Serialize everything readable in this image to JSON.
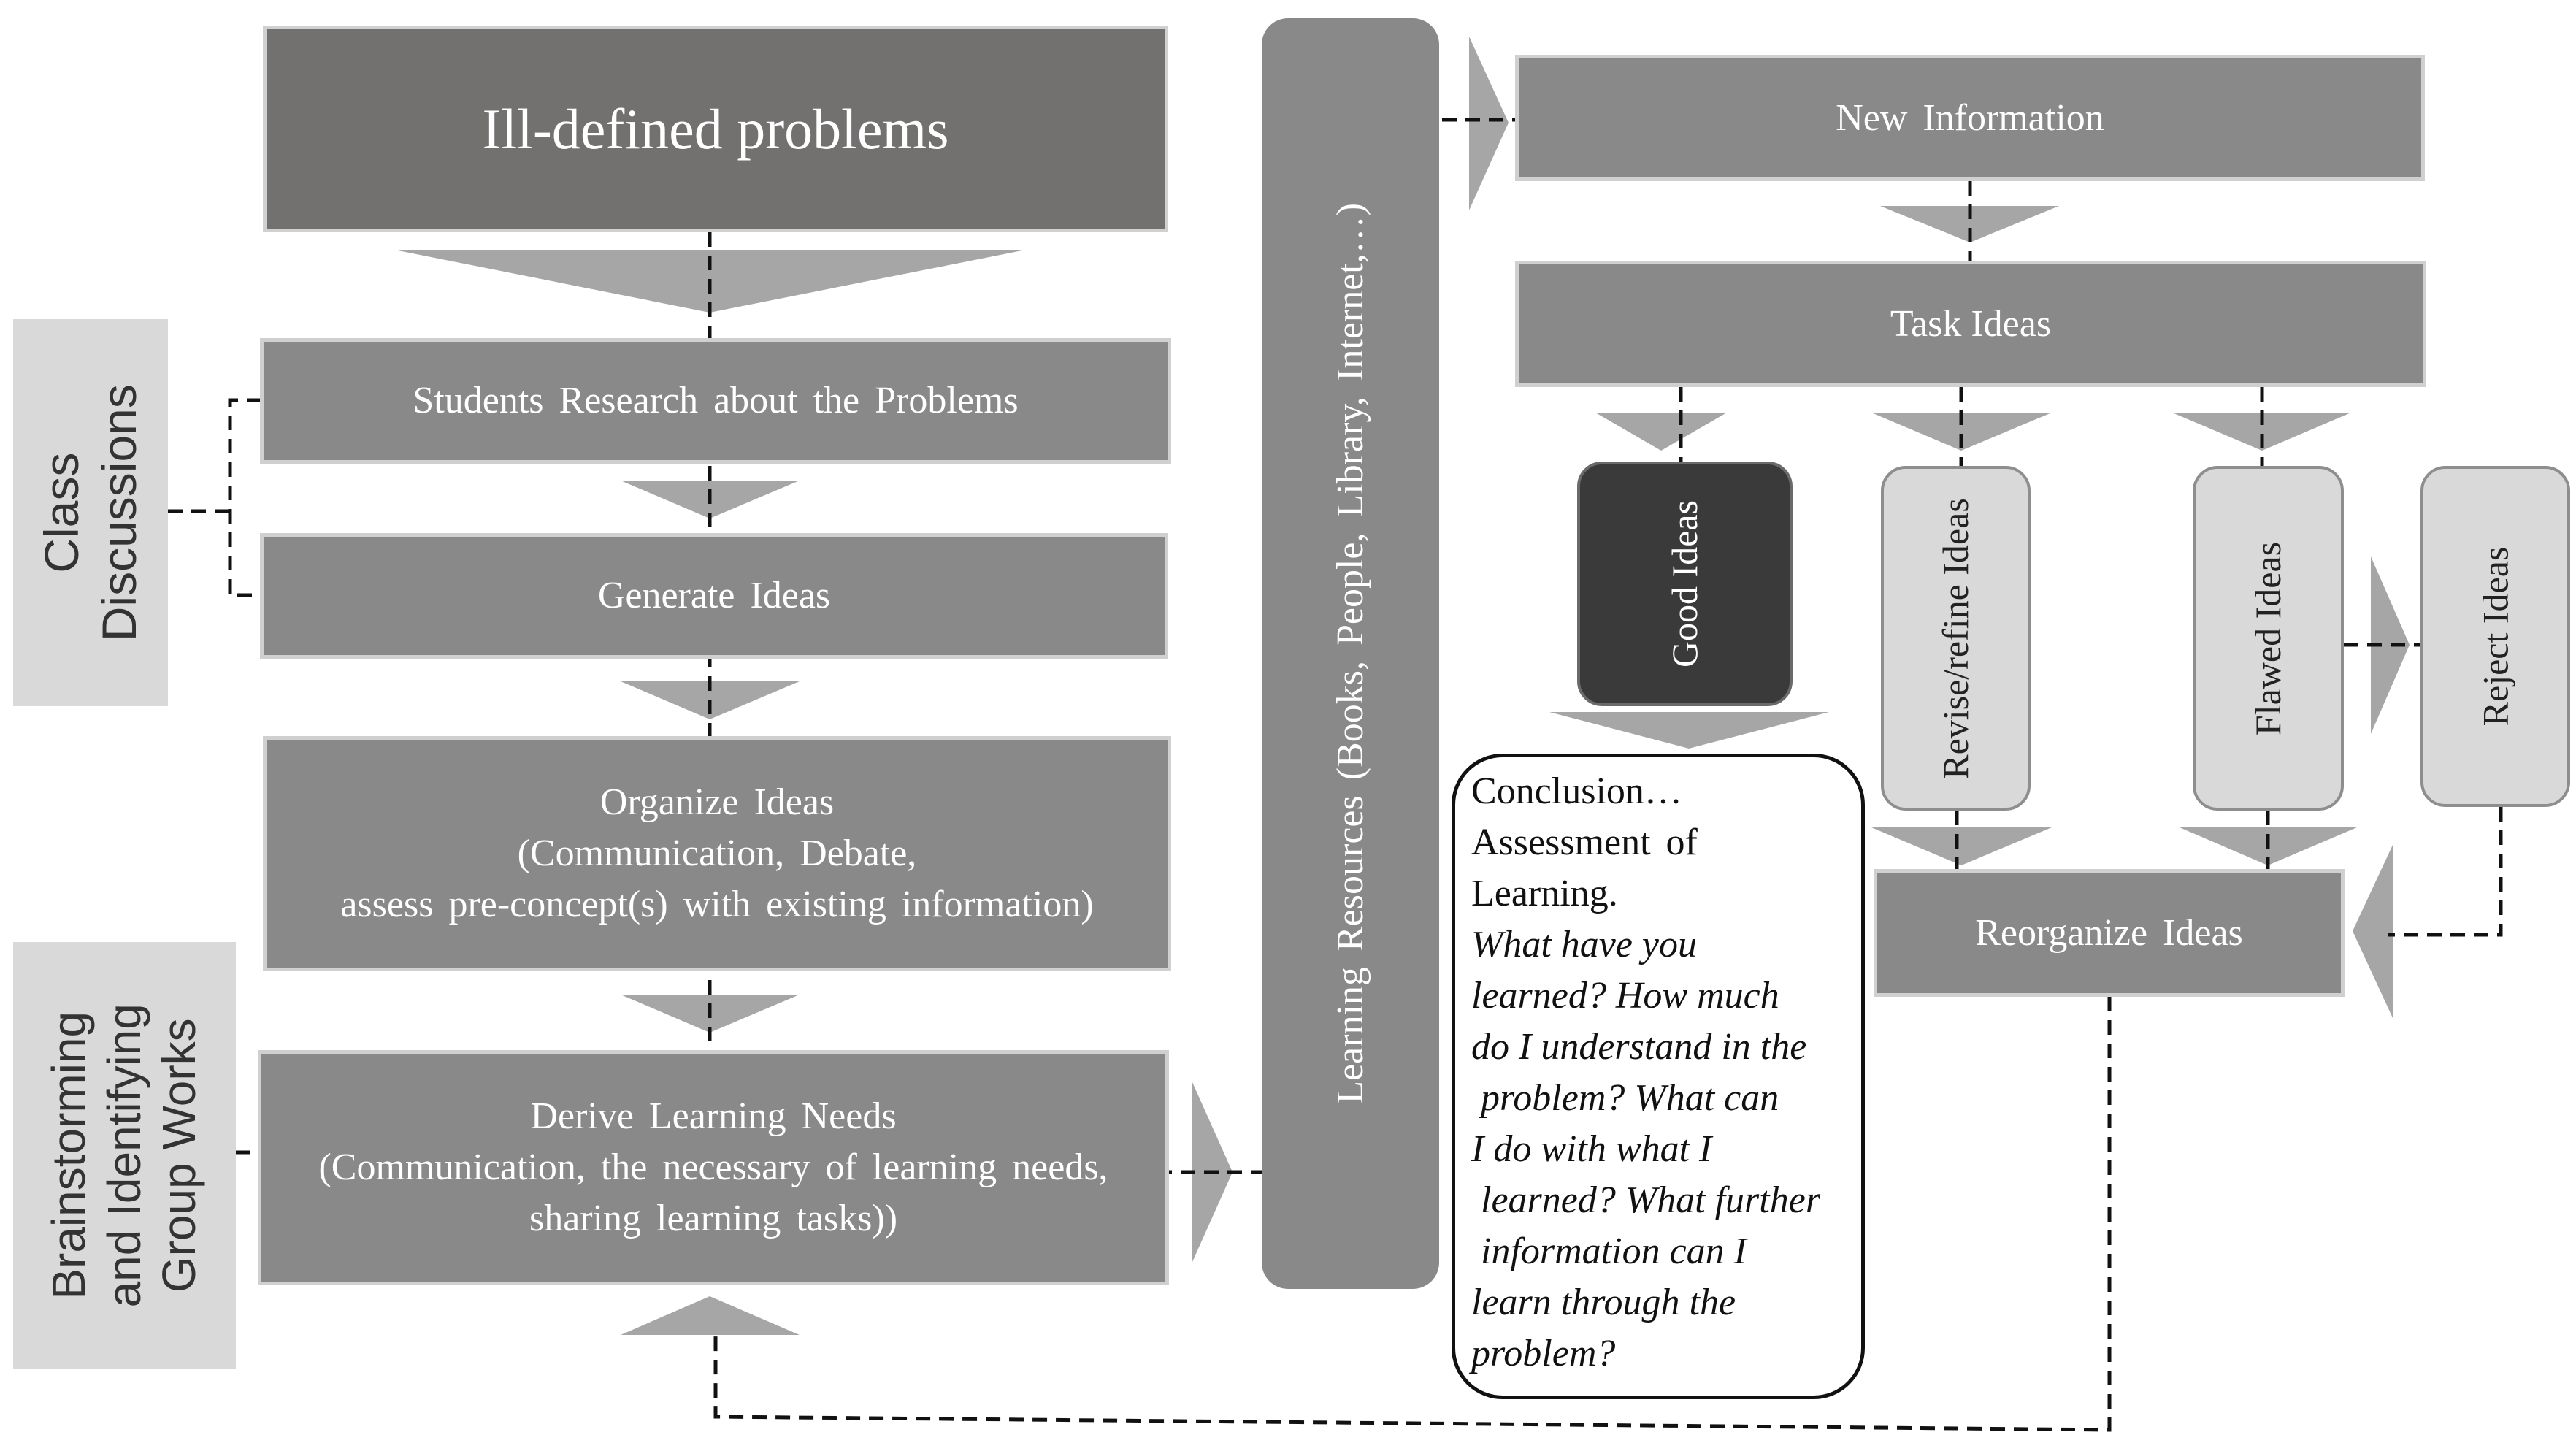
{
  "colors": {
    "dark_box": "#737070",
    "mid_box": "#898989",
    "light_label": "#d9d9d9",
    "good_ideas": "#3a3a3a",
    "arrow": "#a6a6a6",
    "connector": "#111111"
  },
  "side_labels": {
    "class_discussions": [
      "Class",
      "Discussions"
    ],
    "brainstorming": [
      "Brainstorming",
      "and Identifying",
      "Group Works"
    ]
  },
  "left_column": {
    "problem": "Ill-defined problems",
    "research": "Students Research about the Problems",
    "generate": "Generate Ideas",
    "organize": {
      "title": "Organize Ideas",
      "line1": "(Communication, Debate,",
      "line2": "assess pre-concept(s) with existing information)"
    },
    "derive": {
      "title": "Derive Learning Needs",
      "line1": "(Communication, the necessary of learning needs,",
      "line2": "sharing learning tasks))"
    }
  },
  "learning_resources": "Learning Resources (Books, People, Library, Internet,…)",
  "right_column": {
    "new_information": "New Information",
    "task_ideas": "Task Ideas",
    "good_ideas": "Good Ideas",
    "revise_ideas": "Revise/refine Ideas",
    "flawed_ideas": "Flawed Ideas",
    "reject_ideas": "Reject Ideas",
    "reorganize_ideas": "Reorganize Ideas"
  },
  "conclusion": {
    "lines": [
      "Conclusion…",
      "Assessment of",
      "Learning."
    ],
    "questions": [
      "What have you",
      "learned? How much",
      "do I understand in the",
      " problem? What can",
      "I do with what I",
      " learned? What further",
      " information can I",
      "learn through the",
      "problem?"
    ]
  }
}
